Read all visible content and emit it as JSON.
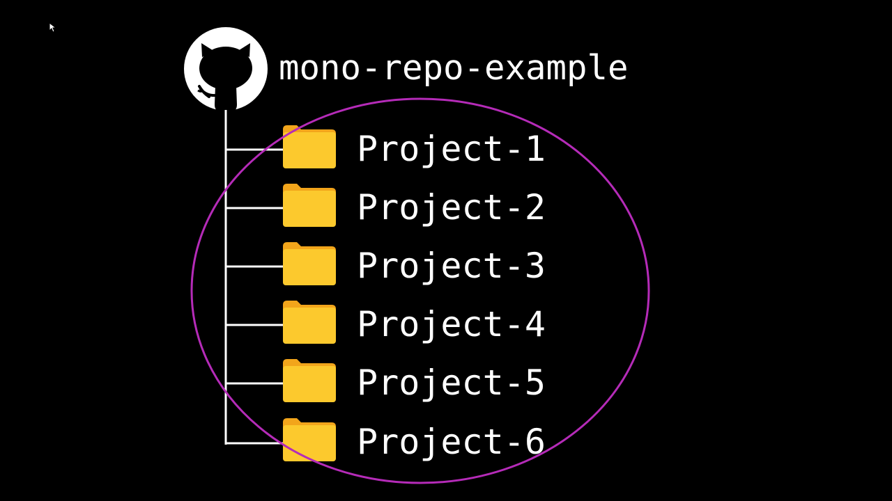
{
  "repo": {
    "name": "mono-repo-example",
    "icon": "github-octocat-icon"
  },
  "projects": [
    {
      "label": "Project-1",
      "icon": "folder-icon"
    },
    {
      "label": "Project-2",
      "icon": "folder-icon"
    },
    {
      "label": "Project-3",
      "icon": "folder-icon"
    },
    {
      "label": "Project-4",
      "icon": "folder-icon"
    },
    {
      "label": "Project-5",
      "icon": "folder-icon"
    },
    {
      "label": "Project-6",
      "icon": "folder-icon"
    }
  ],
  "colors": {
    "background": "#000000",
    "text": "#ffffff",
    "tree_line": "#ffffff",
    "folder_front": "#fcc92d",
    "folder_back": "#f2a51b",
    "highlight_ellipse": "#b52bb8",
    "octocat_circle": "#ffffff",
    "octocat_body": "#000000"
  }
}
